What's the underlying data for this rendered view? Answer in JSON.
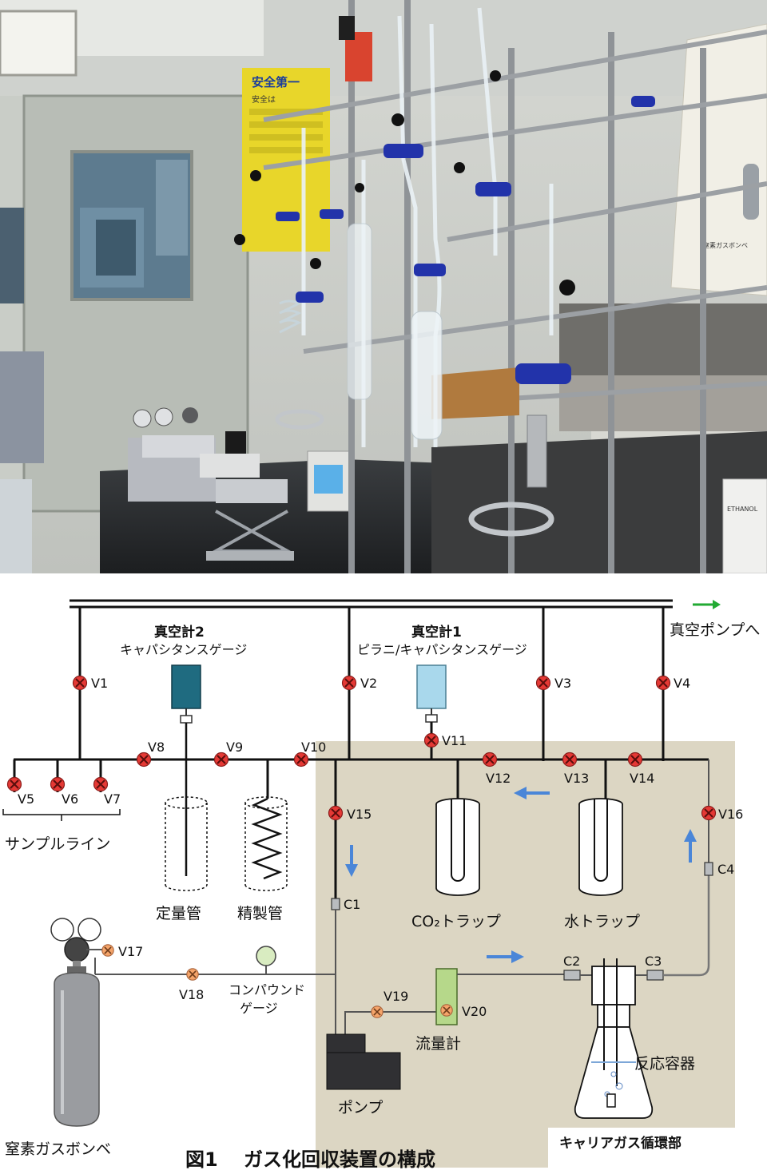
{
  "photo": {
    "poster_title": "安全第一",
    "poster_line": "安全は",
    "bottle_label": "ETHANOL",
    "sheet_caption": "窒素ガスボンベ"
  },
  "diagram": {
    "caption": "図1　 ガス化回収装置の構成",
    "vacuum_pump": "真空ポンプへ",
    "gauge2_title": "真空計2",
    "gauge2_type": "キャパシタンスゲージ",
    "gauge1_title": "真空計1",
    "gauge1_type": "ピラニ/キャパシタンスゲージ",
    "sample_line": "サンプルライン",
    "fixed_tube": "定量管",
    "purify_tube": "精製管",
    "co2_trap": "CO₂トラップ",
    "water_trap": "水トラップ",
    "compound_gauge_1": "コンパウンド",
    "compound_gauge_2": "ゲージ",
    "flow_meter": "流量計",
    "pump": "ポンプ",
    "reactor": "反応容器",
    "n2_cylinder": "窒素ガスボンベ",
    "carrier_section": "キャリアガス循環部",
    "valves": [
      "V1",
      "V2",
      "V3",
      "V4",
      "V5",
      "V6",
      "V7",
      "V8",
      "V9",
      "V10",
      "V11",
      "V12",
      "V13",
      "V14",
      "V15",
      "V16",
      "V17",
      "V18",
      "V19",
      "V20"
    ],
    "connectors": [
      "C1",
      "C2",
      "C3",
      "C4"
    ],
    "colors": {
      "closed_valve": "#e53935",
      "orange_valve": "#f4a46a",
      "carrier_bg": "#dcd6c3",
      "flow_arrow": "#4a86d8",
      "pump_arrow": "#22aa33",
      "gauge2": "#1f6b80",
      "gauge1": "#a9d8ec",
      "flow_meter": "#b6d88a",
      "compound_gauge": "#d9ecc1"
    }
  }
}
